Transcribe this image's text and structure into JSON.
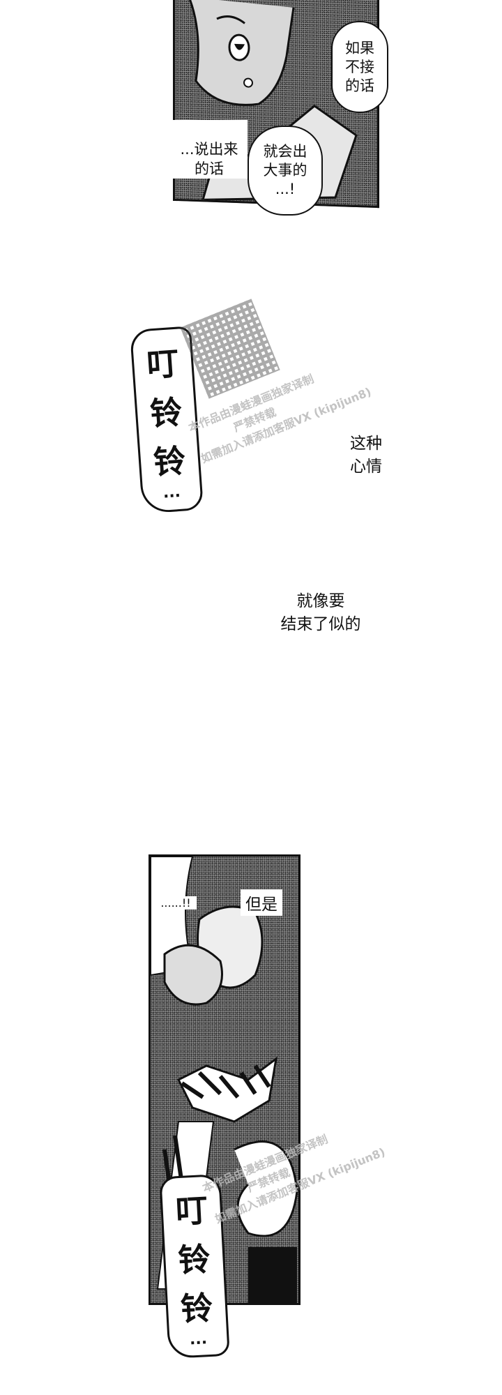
{
  "panel1": {
    "bubble_right": "如果\n不接\n的话",
    "caption_left": "...说出来\n的话",
    "bubble_center": "就会出\n大事的\n...!"
  },
  "sfx1": {
    "chars": [
      "叮",
      "铃",
      "铃"
    ],
    "trail": "..."
  },
  "watermark1": {
    "line1": "本作品由漫蛙漫画独家译制",
    "line2": "严禁转载",
    "line3": "如需加入请添加客服VX (kipijun8)"
  },
  "narration": {
    "line1a": "这种",
    "line1b": "心情",
    "line2a": "就像要",
    "line2b": "结束了似的"
  },
  "panel2": {
    "text_left": "......!!",
    "text_right": "但是"
  },
  "sfx2": {
    "chars": [
      "叮",
      "铃",
      "铃"
    ],
    "trail": "..."
  },
  "watermark2": {
    "line1": "本作品由漫蛙漫画独家译制",
    "line2": "严禁转载",
    "line3": "如需加入请添加客服VX (kipijun8)"
  }
}
